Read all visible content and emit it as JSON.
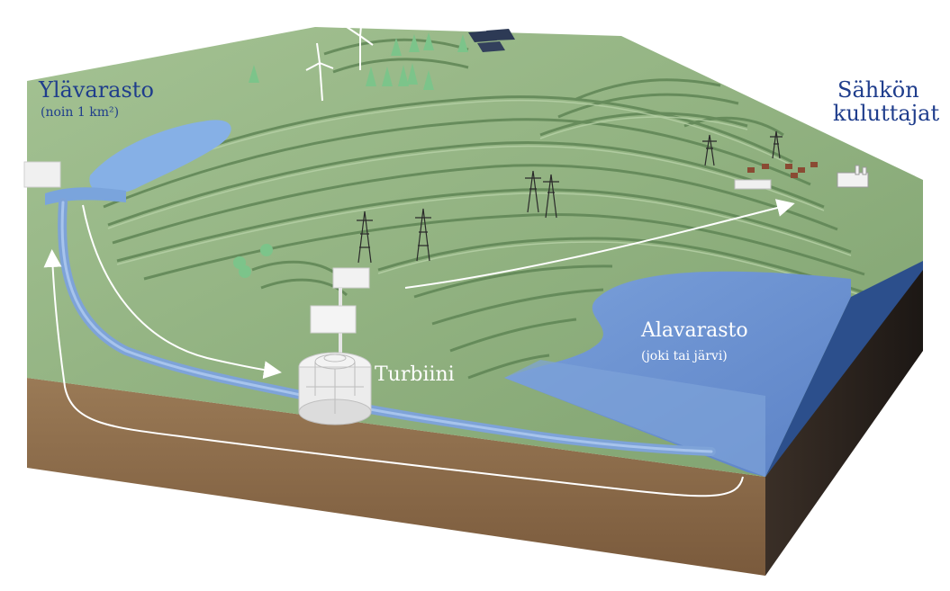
{
  "labels": {
    "upper_reservoir": "Ylävarasto",
    "upper_reservoir_size": "(noin 1 km²)",
    "consumers_line1": "Sähkön",
    "consumers_line2": "kuluttajat",
    "lower_reservoir": "Alavarasto",
    "lower_reservoir_note": "(joki tai järvi)",
    "turbine": "Turbiini"
  },
  "colors": {
    "land_light": "#9dbb8c",
    "land_dark": "#5e8353",
    "land_side": "#a8c09a",
    "soil_front": "#8c6b48",
    "soil_dark": "#2e2520",
    "water": "#7fa7dc",
    "water_deep": "#5b84c9",
    "label_blue": "#1f3d8c",
    "arrow": "#ffffff"
  },
  "icons": [
    "wind-turbine-icon",
    "solar-panel-icon",
    "tree-icon",
    "power-pylon-icon",
    "factory-icon",
    "building-icon"
  ]
}
